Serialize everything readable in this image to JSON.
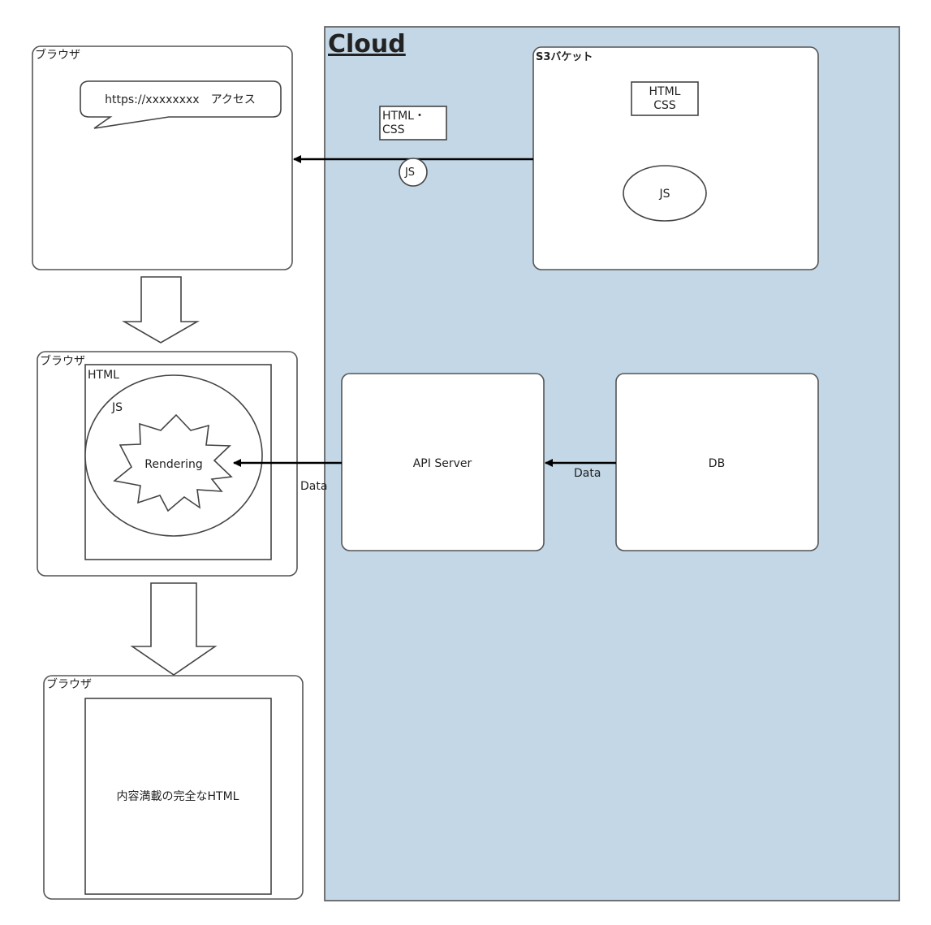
{
  "cloud": {
    "title": "Cloud",
    "fill": "#c3d7e6"
  },
  "browser1": {
    "label": "ブラウザ",
    "bubble": "https://xxxxxxxx　アクセス"
  },
  "browser2": {
    "label": "ブラウザ",
    "html_label": "HTML",
    "js_label": "JS",
    "rendering_label": "Rendering"
  },
  "browser3": {
    "label": "ブラウザ",
    "content": "内容満載の完全なHTML"
  },
  "s3": {
    "label": "S3バケット",
    "html_line1": "HTML",
    "html_line2": "CSS",
    "js_label": "JS"
  },
  "transfer": {
    "html_line1": "HTML・",
    "html_line2": "CSS",
    "js_label": "JS"
  },
  "api_server": {
    "label": "API Server"
  },
  "db": {
    "label": "DB"
  },
  "edges": {
    "api_to_browser": "Data",
    "db_to_api": "Data"
  }
}
